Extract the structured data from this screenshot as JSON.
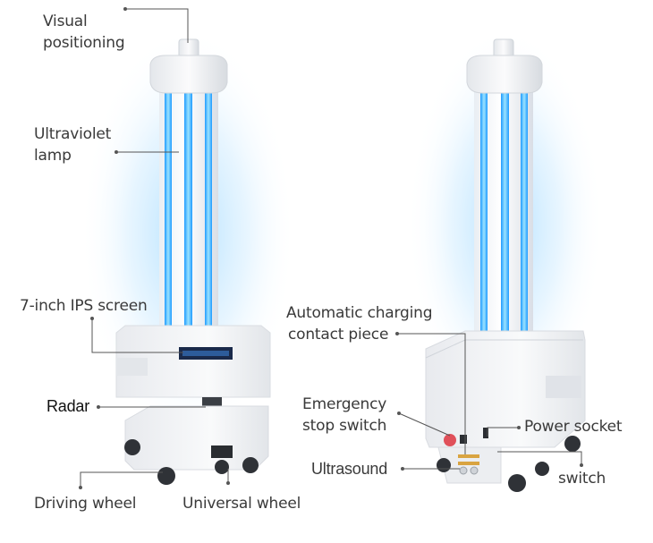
{
  "labels": {
    "visual_positioning": [
      "Visual",
      "positioning"
    ],
    "ultraviolet_lamp": [
      "Ultraviolet",
      "lamp"
    ],
    "ips_screen": "7-inch IPS screen",
    "radar": "Radar",
    "driving_wheel": "Driving wheel",
    "universal_wheel": "Universal wheel",
    "charging_contact": [
      "Automatic charging",
      "contact piece"
    ],
    "emergency_stop": [
      "Emergency",
      "stop switch"
    ],
    "ultrasound": "Ultrasound",
    "power_socket": "Power socket",
    "switch": "switch"
  },
  "colors": {
    "uv_glow": "#2fa8ff",
    "uv_core": "#7fd3ff",
    "body_white": "#f4f5f7",
    "shadow_grey": "#d6d9de",
    "leader_line": "#555555",
    "stop_button": "#e0505a"
  }
}
